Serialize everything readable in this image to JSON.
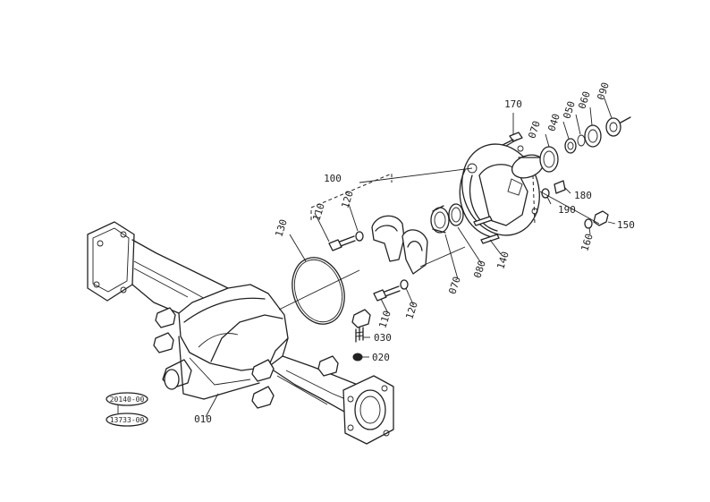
{
  "labels": {
    "p010": "010",
    "p020": "020",
    "p030": "030",
    "p040": "040",
    "p050": "050",
    "p060": "060",
    "p070a": "070",
    "p070b": "070",
    "p080": "080",
    "p090": "090",
    "p100": "100",
    "p110a": "110",
    "p110b": "110",
    "p120a": "120",
    "p120b": "120",
    "p130": "130",
    "p140": "140",
    "p150": "150",
    "p160": "160",
    "p170": "170",
    "p180": "180",
    "p190": "190"
  },
  "badges": {
    "top": "20140-00",
    "bottom": "13733-00"
  },
  "colors": {
    "ink": "#222222",
    "paper": "#ffffff"
  }
}
